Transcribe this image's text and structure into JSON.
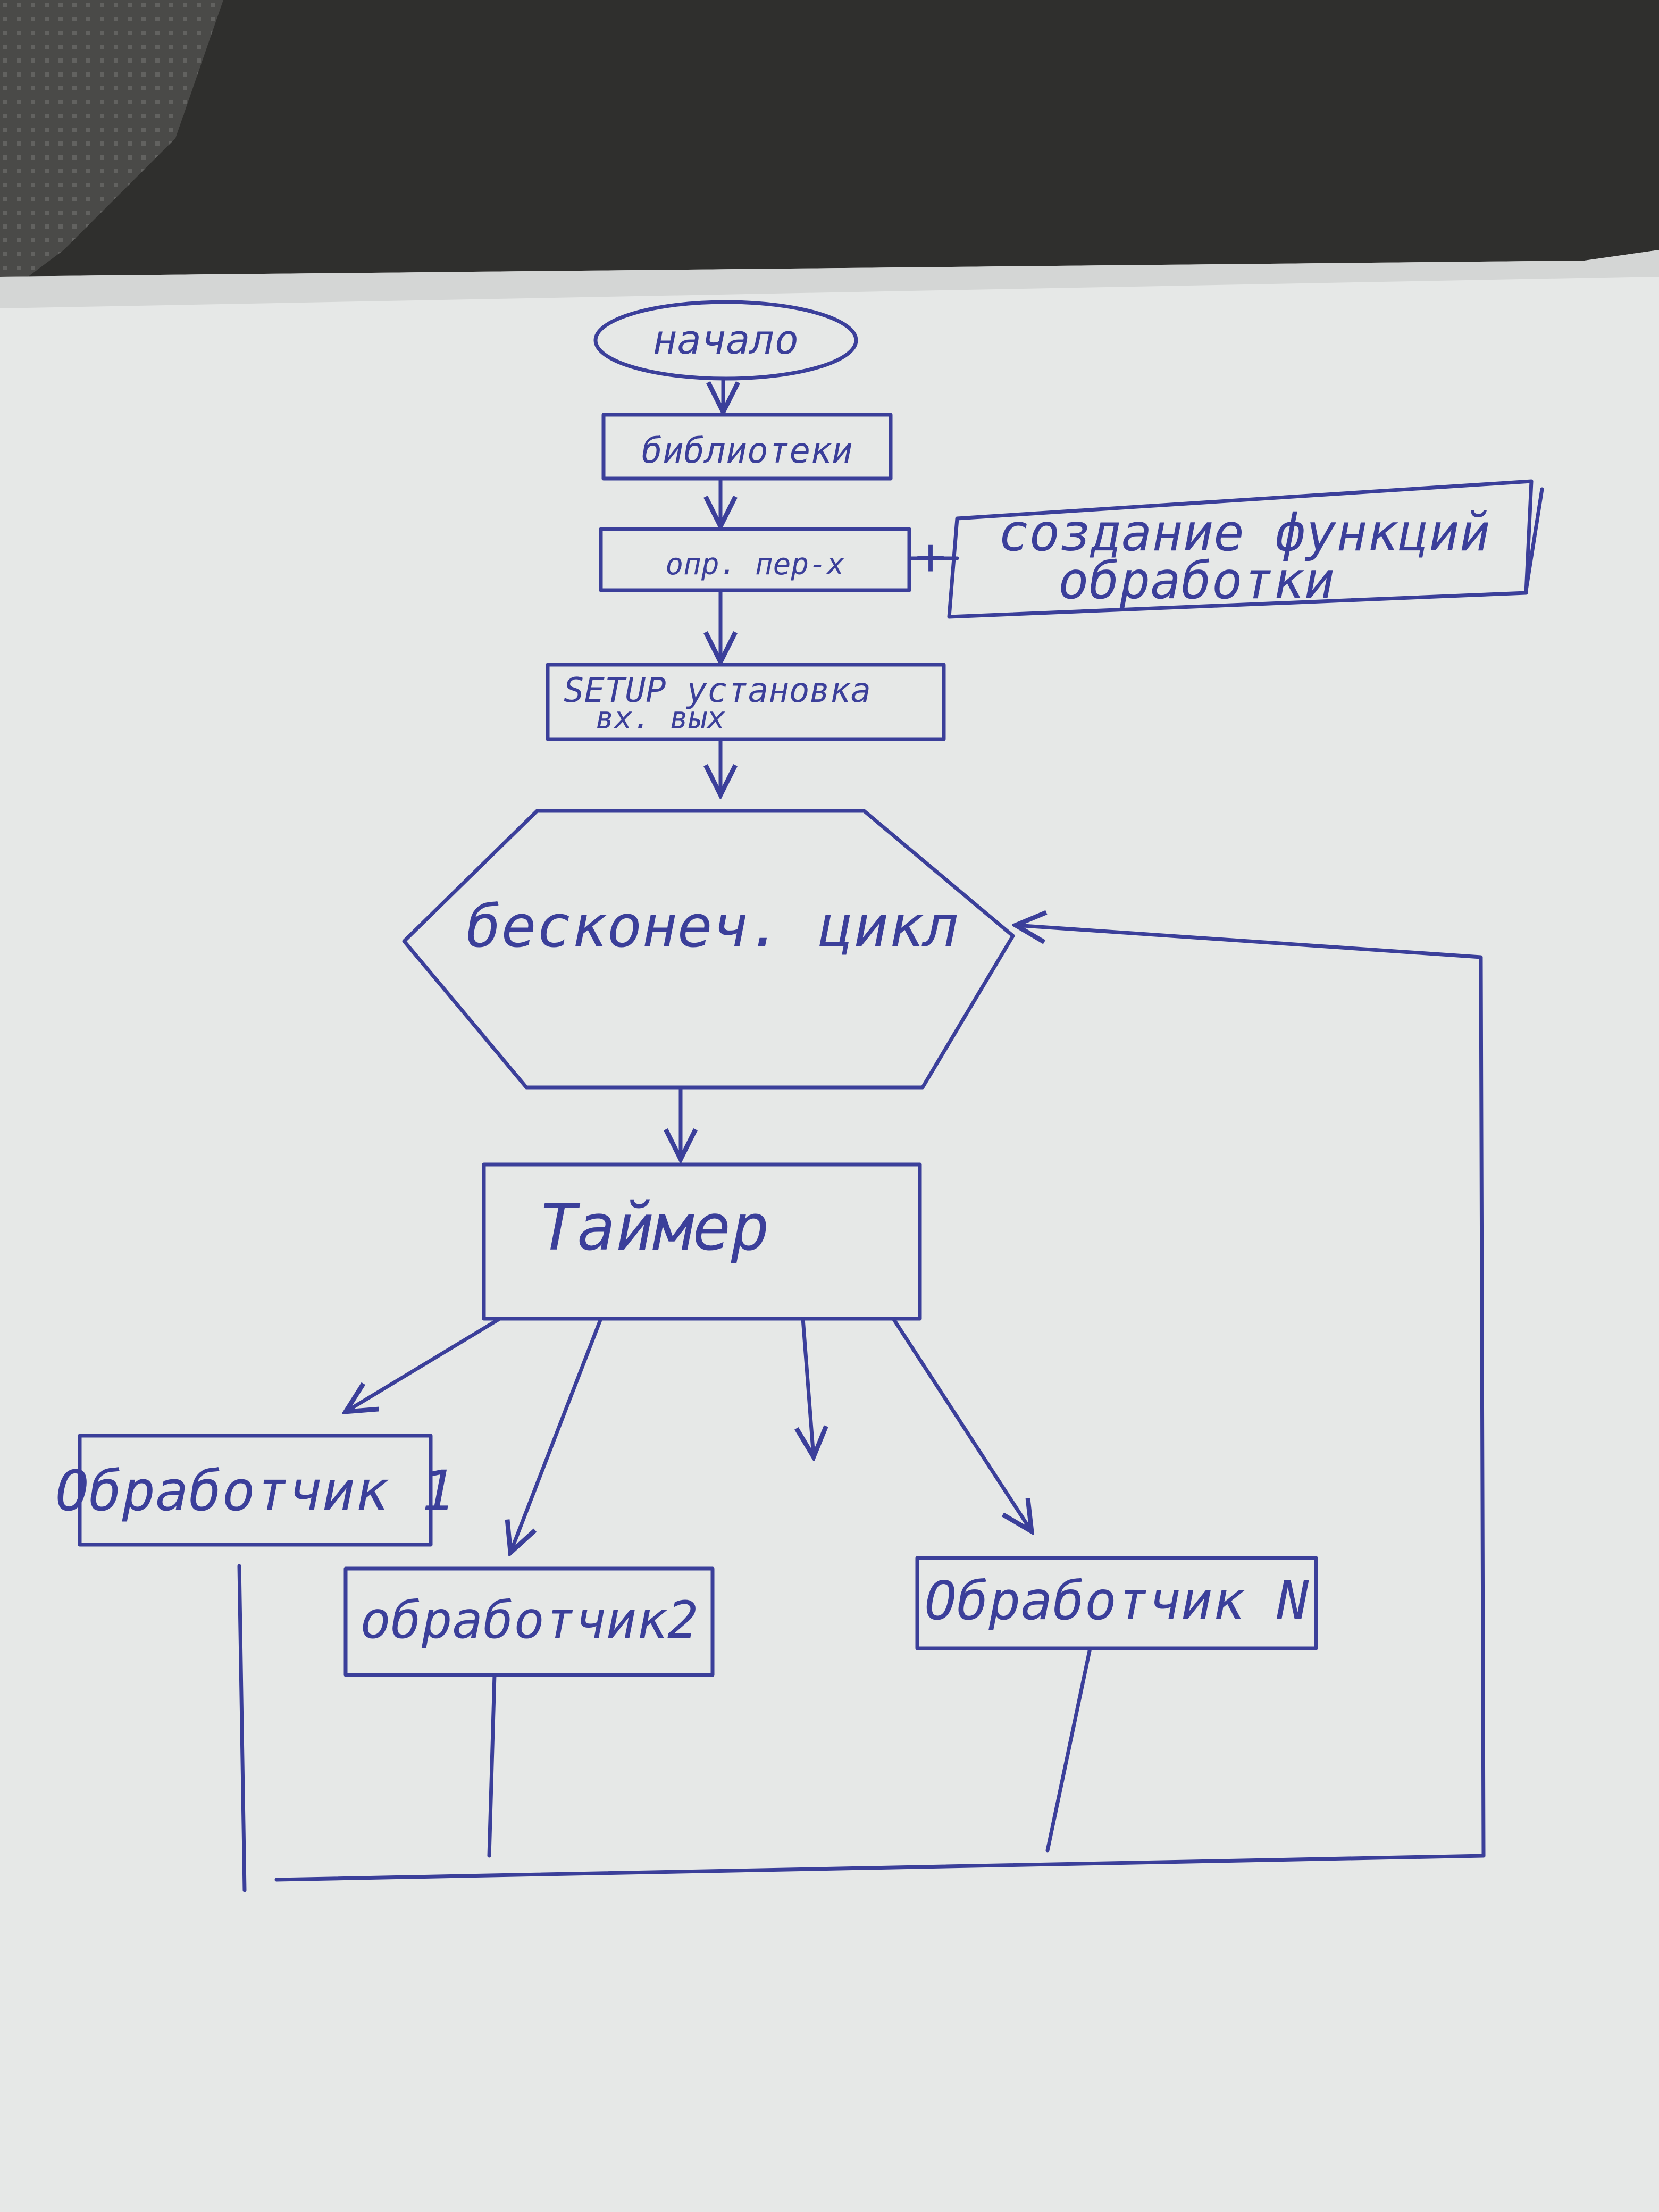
{
  "diagram": {
    "start": "начало",
    "libraries": "библиотеки",
    "variables": "опр. пер-х",
    "plus_sign": "+",
    "functions_line1": "создание функций",
    "functions_line2": "обработки",
    "setup_line1": "SETUP установка",
    "setup_line2": "вх. вых",
    "loop": "бесконеч. цикл",
    "timer": "Таймер",
    "handler_1": "Обработчик 1",
    "handler_2": "обработчик2",
    "handler_n": "Обработчик N"
  },
  "colors": {
    "ink": "#3b3f9a",
    "paper": "#e6e8e7",
    "background": "#2f2f2d"
  }
}
